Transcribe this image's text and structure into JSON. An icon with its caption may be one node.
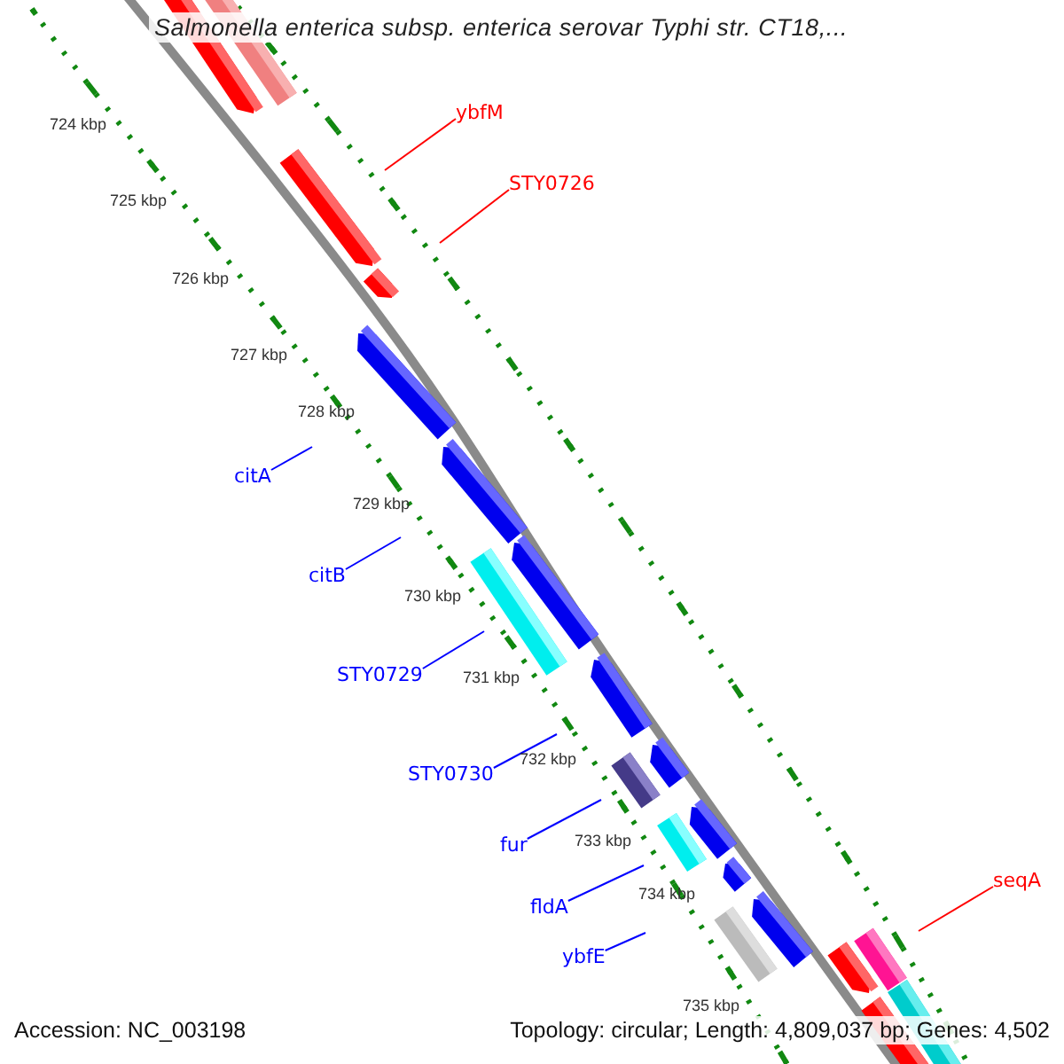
{
  "diagram": {
    "title": "Salmonella enterica subsp. enterica serovar Typhi str. CT18,...",
    "nodes": [
      {
        "text": [
          "ybfM"
        ]
      },
      {
        "text": [
          "STY0726"
        ]
      },
      {
        "text": [
          "citA"
        ]
      },
      {
        "text": [
          "citB"
        ]
      },
      {
        "text": [
          "STY0729"
        ]
      },
      {
        "text": [
          "STY0730"
        ]
      },
      {
        "text": [
          "fur"
        ]
      },
      {
        "text": [
          "fldA"
        ]
      },
      {
        "text": [
          "ybfE"
        ]
      },
      {
        "text": [
          "seqA"
        ]
      }
    ],
    "edges": [
      {
        "from": 0,
        "to": null,
        "arrow": "none",
        "color": "#ff0000"
      },
      {
        "from": 1,
        "to": null,
        "arrow": "none",
        "color": "#ff0000"
      },
      {
        "from": 2,
        "to": null,
        "arrow": "none"
      },
      {
        "from": 3,
        "to": null,
        "arrow": "none"
      },
      {
        "from": 4,
        "to": null,
        "arrow": "none"
      },
      {
        "from": 5,
        "to": null,
        "arrow": "none"
      },
      {
        "from": 6,
        "to": null,
        "arrow": "none"
      },
      {
        "from": 7,
        "to": null,
        "arrow": "none"
      },
      {
        "from": 8,
        "to": null,
        "arrow": "none"
      },
      {
        "from": 9,
        "to": null,
        "arrow": "none",
        "color": "#ff0000"
      }
    ],
    "labels": [
      "724 kbp",
      "725 kbp",
      "726 kbp",
      "727 kbp",
      "728 kbp",
      "729 kbp",
      "730 kbp",
      "731 kbp",
      "732 kbp",
      "733 kbp",
      "734 kbp",
      "735 kbp",
      "Accession: NC_003198",
      "Topology: circular; Length: 4,809,037 bp; Genes: 4,502"
    ]
  }
}
